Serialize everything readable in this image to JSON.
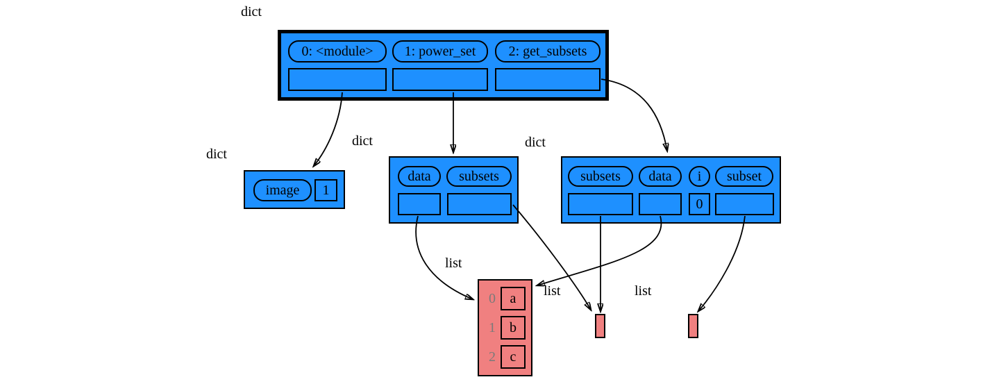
{
  "colors": {
    "dict_fill": "#1E90FF",
    "list_fill": "#F08080",
    "outline": "#000000",
    "index_text": "#7a7a7a",
    "background": "#FFFFFF"
  },
  "frame_dict": {
    "type_label": "dict",
    "keys": [
      "0: <module>",
      "1: power_set",
      "2: get_subsets"
    ]
  },
  "module_dict": {
    "type_label": "dict",
    "key": "image",
    "value": "1"
  },
  "power_set_dict": {
    "type_label": "dict",
    "keys": [
      "data",
      "subsets"
    ]
  },
  "get_subsets_dict": {
    "type_label": "dict",
    "keys": [
      "subsets",
      "data",
      "i",
      "subset"
    ],
    "i_value": "0"
  },
  "data_list": {
    "type_label": "list",
    "items": [
      {
        "index": "0",
        "value": "a"
      },
      {
        "index": "1",
        "value": "b"
      },
      {
        "index": "2",
        "value": "c"
      }
    ]
  },
  "empty_list_left": {
    "type_label": "list"
  },
  "empty_list_right": {
    "type_label": "list"
  }
}
